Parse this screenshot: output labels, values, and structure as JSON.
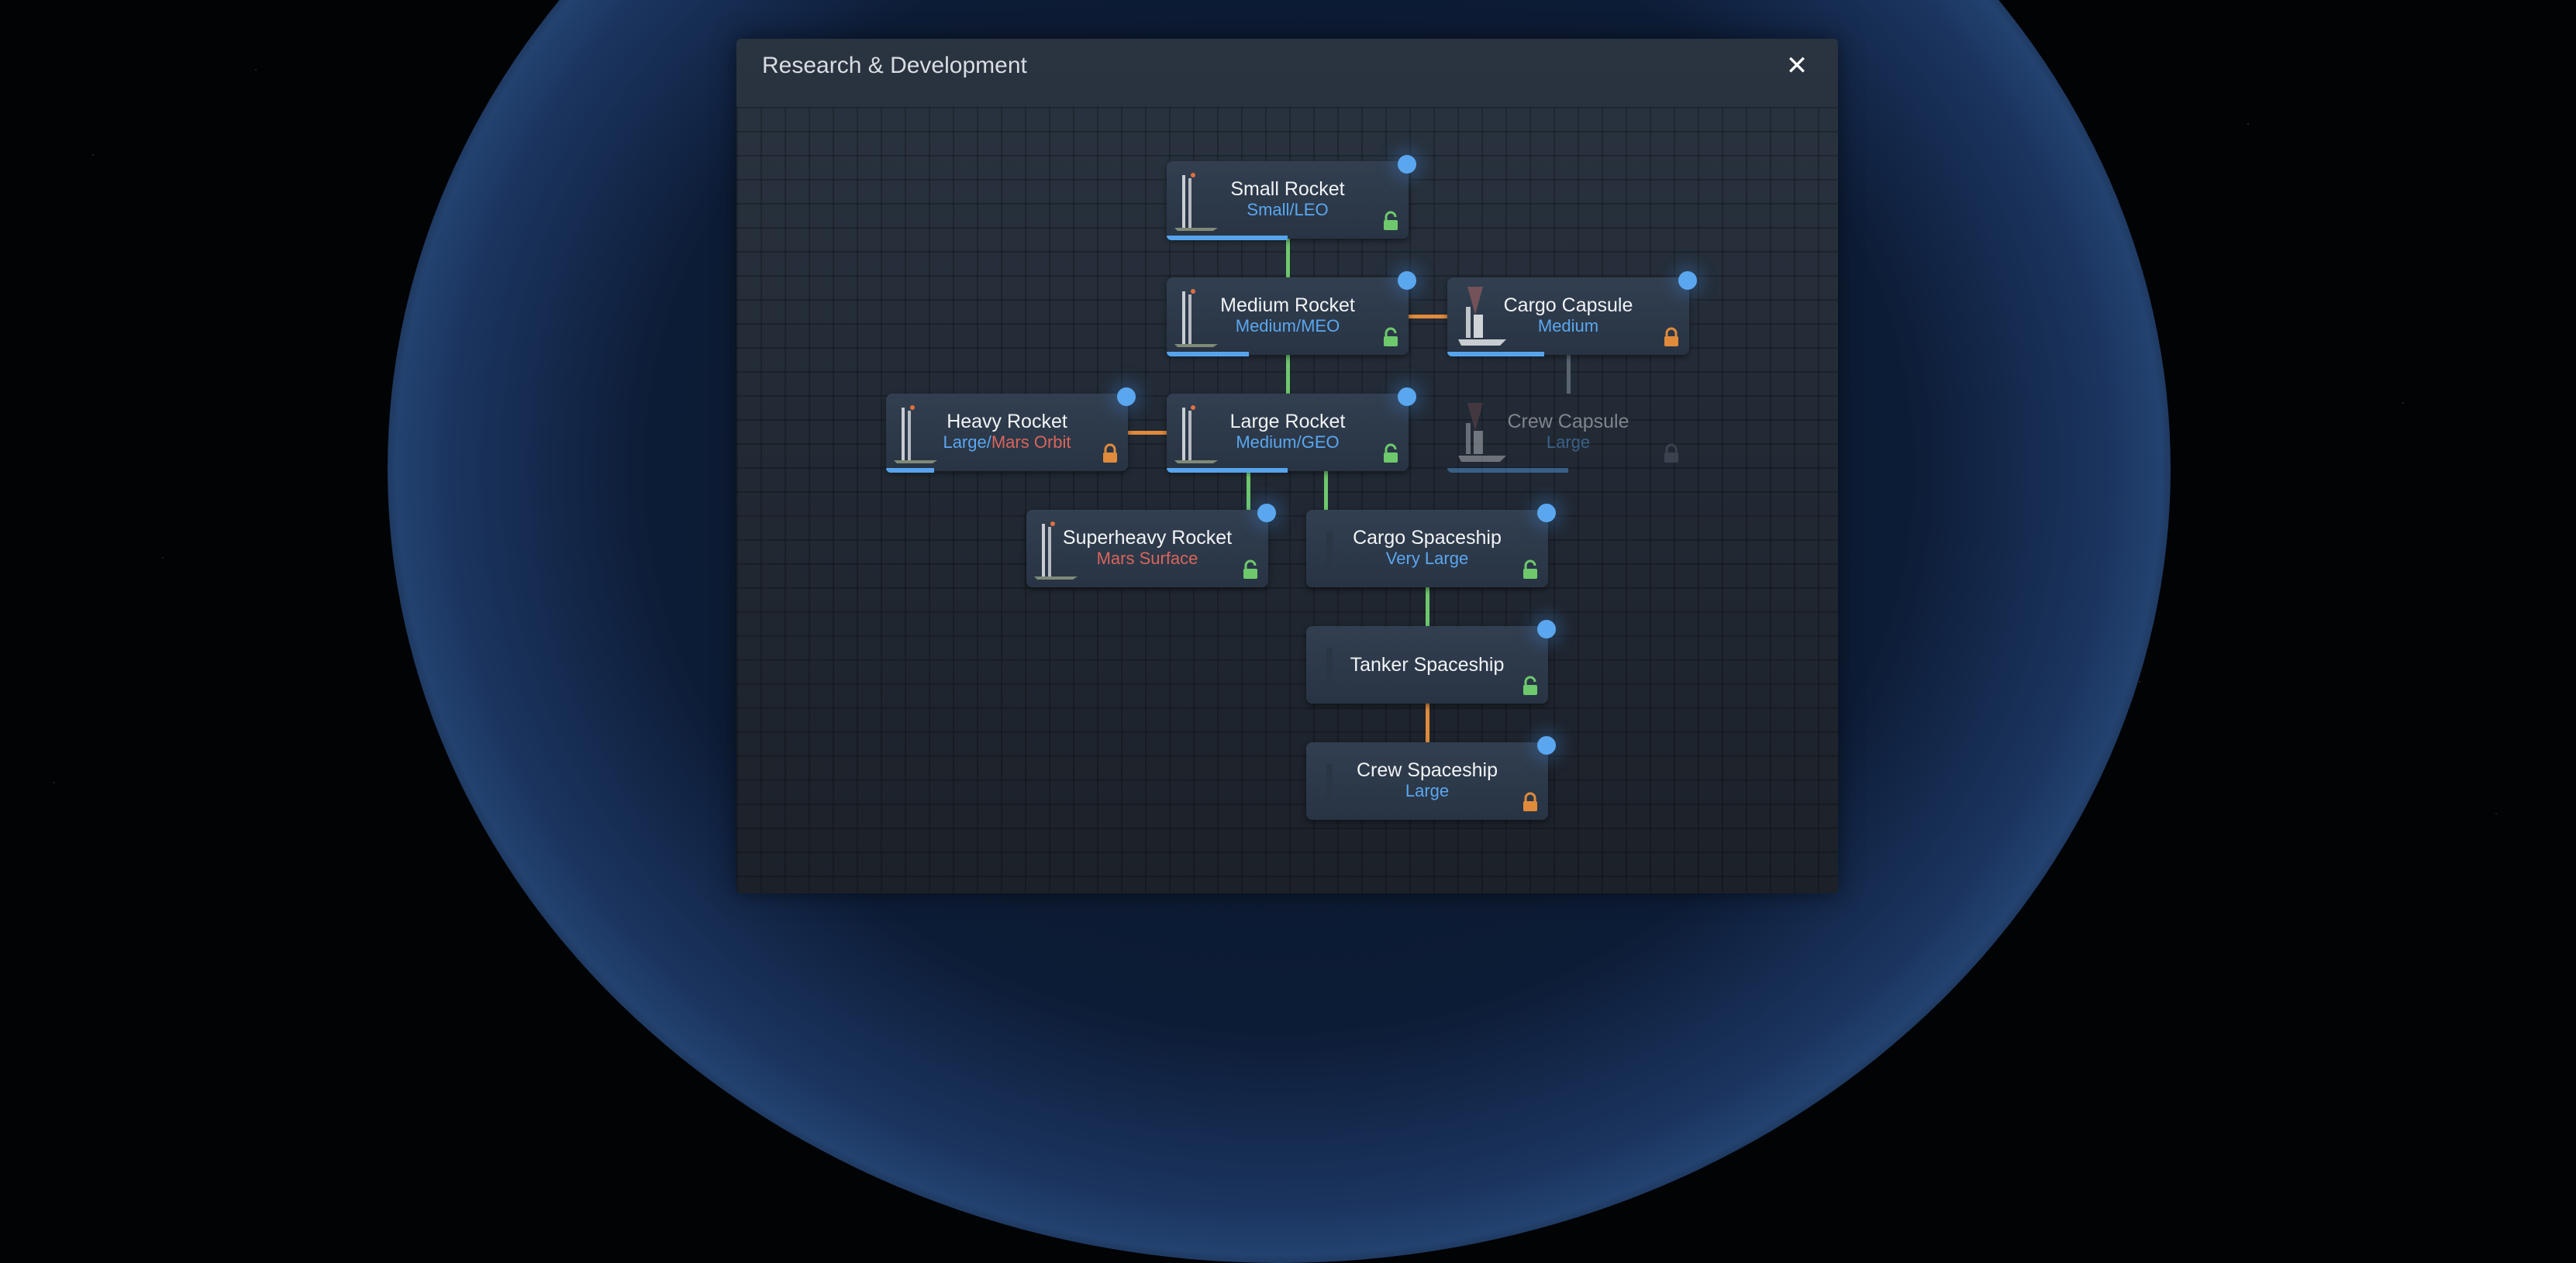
{
  "dialog": {
    "title": "Research & Development",
    "close_icon": "close-x-icon"
  },
  "colors": {
    "unlocked_link": "#6ec96d",
    "locked_link": "#e08b3c",
    "inactive_link": "#5a6470",
    "size_text": "#5aa7ef",
    "destination_text": "#d9655a",
    "unlocked_icon": "#6ec96d",
    "locked_icon": "#e08b3c",
    "indicator_dot": "#5aa7ef",
    "progress_bar": "#56a4ec"
  },
  "nodes": [
    {
      "id": "small-rocket",
      "name": "Small Rocket",
      "sub": [
        {
          "text": "Small/LEO",
          "tone": "size"
        }
      ],
      "lock": "unlocked",
      "progress": 0.5,
      "state": "active",
      "icon": "rocket-thumbnail"
    },
    {
      "id": "medium-rocket",
      "name": "Medium Rocket",
      "sub": [
        {
          "text": "Medium/MEO",
          "tone": "size"
        }
      ],
      "lock": "unlocked",
      "progress": 0.34,
      "state": "active",
      "icon": "rocket-thumbnail"
    },
    {
      "id": "cargo-capsule",
      "name": "Cargo Capsule",
      "sub": [
        {
          "text": "Medium",
          "tone": "size"
        }
      ],
      "lock": "locked",
      "progress": 0.4,
      "state": "active",
      "icon": "capsule-thumbnail"
    },
    {
      "id": "heavy-rocket",
      "name": "Heavy Rocket",
      "sub": [
        {
          "text": "Large/",
          "tone": "size"
        },
        {
          "text": "Mars Orbit",
          "tone": "destination"
        }
      ],
      "lock": "locked",
      "progress": 0.2,
      "state": "active",
      "icon": "rocket-thumbnail"
    },
    {
      "id": "large-rocket",
      "name": "Large Rocket",
      "sub": [
        {
          "text": "Medium/GEO",
          "tone": "size"
        }
      ],
      "lock": "unlocked",
      "progress": 0.5,
      "state": "active",
      "icon": "rocket-thumbnail"
    },
    {
      "id": "crew-capsule",
      "name": "Crew Capsule",
      "sub": [
        {
          "text": "Large",
          "tone": "size"
        }
      ],
      "lock": "locked",
      "progress": 0.5,
      "state": "dim",
      "icon": "capsule-thumbnail"
    },
    {
      "id": "superheavy-rocket",
      "name": "Superheavy Rocket",
      "sub": [
        {
          "text": "Mars Surface",
          "tone": "destination"
        }
      ],
      "lock": "unlocked",
      "progress": 0,
      "state": "active",
      "icon": "rocket-thumbnail"
    },
    {
      "id": "cargo-spaceship",
      "name": "Cargo Spaceship",
      "sub": [
        {
          "text": "Very Large",
          "tone": "size"
        }
      ],
      "lock": "unlocked",
      "progress": 0,
      "state": "active",
      "icon": "spaceship-thumbnail"
    },
    {
      "id": "tanker-spaceship",
      "name": "Tanker Spaceship",
      "sub": [],
      "lock": "unlocked",
      "progress": 0,
      "state": "active",
      "icon": "spaceship-thumbnail"
    },
    {
      "id": "crew-spaceship",
      "name": "Crew Spaceship",
      "sub": [
        {
          "text": "Large",
          "tone": "size"
        }
      ],
      "lock": "locked",
      "progress": 0,
      "state": "active",
      "icon": "spaceship-thumbnail"
    }
  ],
  "links": [
    {
      "from": "small-rocket",
      "to": "medium-rocket",
      "status": "unlocked"
    },
    {
      "from": "medium-rocket",
      "to": "cargo-capsule",
      "status": "locked"
    },
    {
      "from": "medium-rocket",
      "to": "large-rocket",
      "status": "unlocked"
    },
    {
      "from": "cargo-capsule",
      "to": "crew-capsule",
      "status": "inactive"
    },
    {
      "from": "large-rocket",
      "to": "heavy-rocket",
      "status": "locked"
    },
    {
      "from": "large-rocket",
      "to": "superheavy-rocket",
      "status": "unlocked"
    },
    {
      "from": "large-rocket",
      "to": "cargo-spaceship",
      "status": "unlocked"
    },
    {
      "from": "cargo-spaceship",
      "to": "tanker-spaceship",
      "status": "unlocked"
    },
    {
      "from": "tanker-spaceship",
      "to": "crew-spaceship",
      "status": "locked"
    }
  ]
}
